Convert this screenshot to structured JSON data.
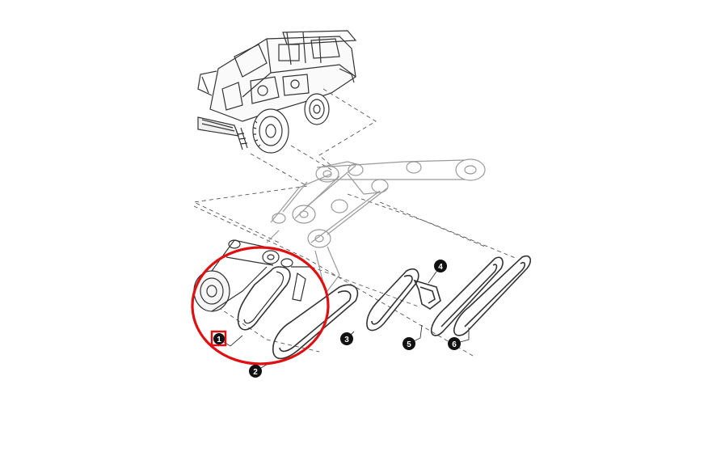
{
  "diagram": {
    "callouts": [
      {
        "id": "1",
        "label": "1",
        "selected": true
      },
      {
        "id": "2",
        "label": "2",
        "selected": false
      },
      {
        "id": "3",
        "label": "3",
        "selected": false
      },
      {
        "id": "4",
        "label": "4",
        "selected": false
      },
      {
        "id": "5",
        "label": "5",
        "selected": false
      },
      {
        "id": "6",
        "label": "6",
        "selected": false
      }
    ],
    "colors": {
      "line": "#333333",
      "light_line": "#a0a0a0",
      "highlight_circle": "#e01010",
      "callout_fill": "#111111",
      "callout_text": "#ffffff"
    },
    "icons": [
      "combine-harvester-icon"
    ]
  }
}
